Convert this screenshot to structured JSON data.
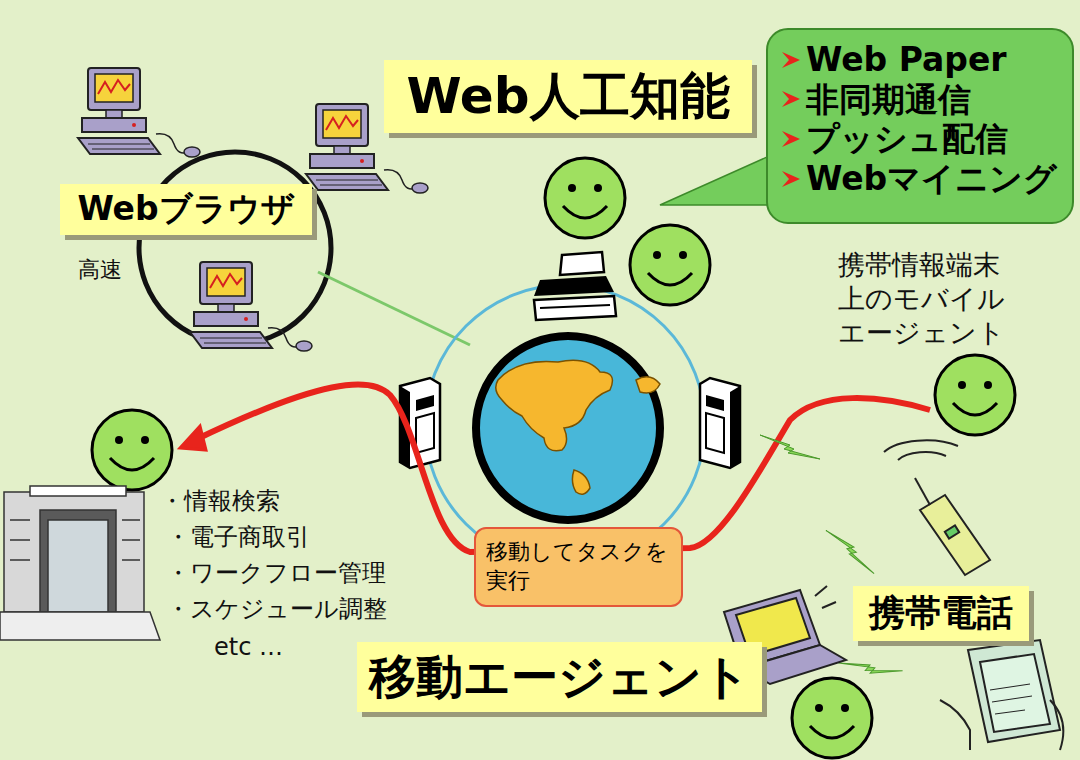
{
  "diagram": {
    "nodes": [
      {
        "text": [
          "Web人工知能"
        ]
      },
      {
        "text": [
          "Web Paper",
          "非同期通信",
          "プッシュ配信",
          "Webマイニング"
        ]
      },
      {
        "text": [
          "Webブラウザ"
        ]
      },
      {
        "text": [
          "移動してタスクを 実行"
        ]
      },
      {
        "text": [
          "携帯電話"
        ]
      },
      {
        "text": [
          "移動エージェント"
        ]
      }
    ],
    "labels": [
      "高速",
      "携帯情報端末 上のモバイル エージェント",
      "・情報検索",
      "・電子商取引",
      "・ワークフロー管理",
      "・スケジュール調整",
      "etc …"
    ]
  }
}
